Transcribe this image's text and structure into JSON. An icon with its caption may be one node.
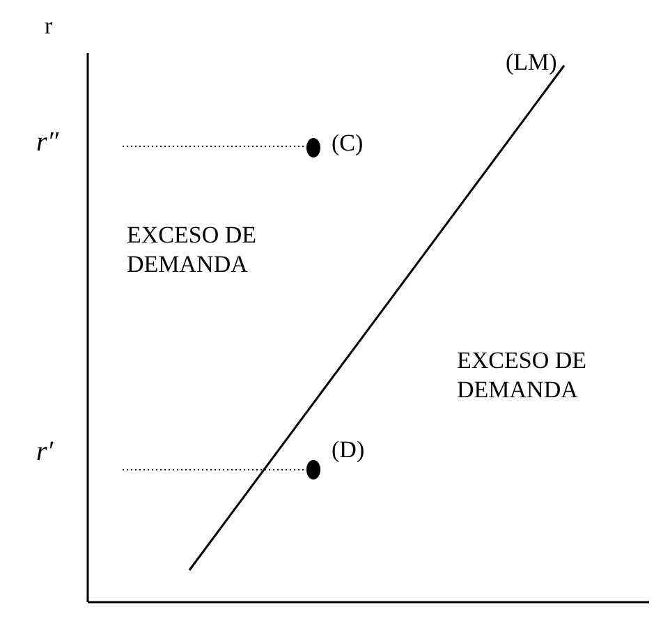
{
  "diagram": {
    "labels": [
      "r",
      "r″",
      "(C)",
      "(LM)",
      "EXCESO DE DEMANDA",
      "EXCESO DE DEMANDA",
      "r′",
      "(D)"
    ]
  }
}
